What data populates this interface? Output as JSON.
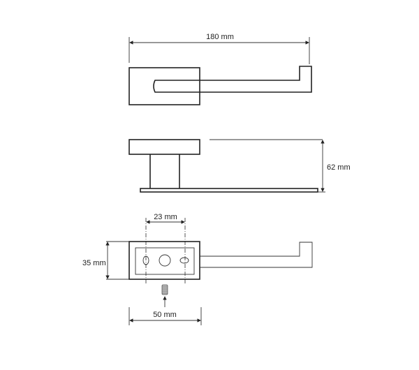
{
  "drawing": {
    "dimensions": {
      "overall_length": "180 mm",
      "height": "62 mm",
      "hole_spacing": "23 mm",
      "plate_height": "35 mm",
      "plate_width": "50 mm"
    }
  }
}
